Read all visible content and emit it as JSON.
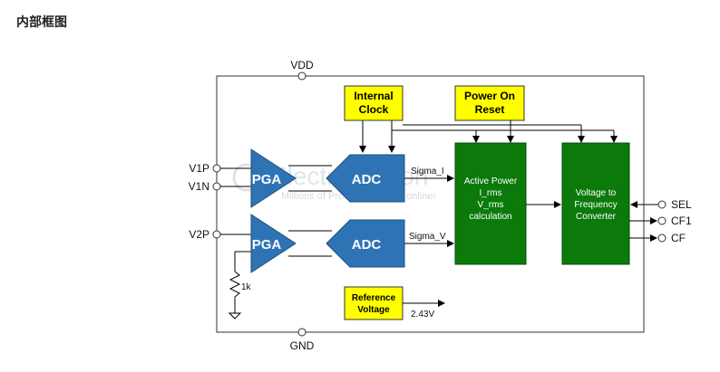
{
  "heading": "内部框图",
  "pins": {
    "vdd": "VDD",
    "gnd": "GND",
    "v1p": "V1P",
    "v1n": "V1N",
    "v2p": "V2P",
    "sel": "SEL",
    "cf1": "CF1",
    "cf": "CF"
  },
  "blocks": {
    "internal_clock": [
      "Internal",
      "Clock"
    ],
    "power_on_reset": [
      "Power On",
      "Reset"
    ],
    "reference_voltage": [
      "Reference",
      "Voltage"
    ],
    "pga1": "PGA",
    "pga2": "PGA",
    "adc1": "ADC",
    "adc2": "ADC",
    "active_power": [
      "Active Power",
      "I_rms",
      "V_rms",
      "calculation"
    ],
    "v2f": [
      "Voltage to",
      "Frequency",
      "Converter"
    ]
  },
  "signals": {
    "sigma_i": "Sigma_I",
    "sigma_v": "Sigma_V",
    "ref_out": "2.43V",
    "resistor": "1k"
  },
  "watermark": {
    "brand": "Electrodragon",
    "tagline": "Millions of Prototyping parts online!"
  },
  "colors": {
    "blue": "#2e74b5",
    "green": "#0b7a0b",
    "yellow": "#ffff00",
    "line": "#000000"
  }
}
